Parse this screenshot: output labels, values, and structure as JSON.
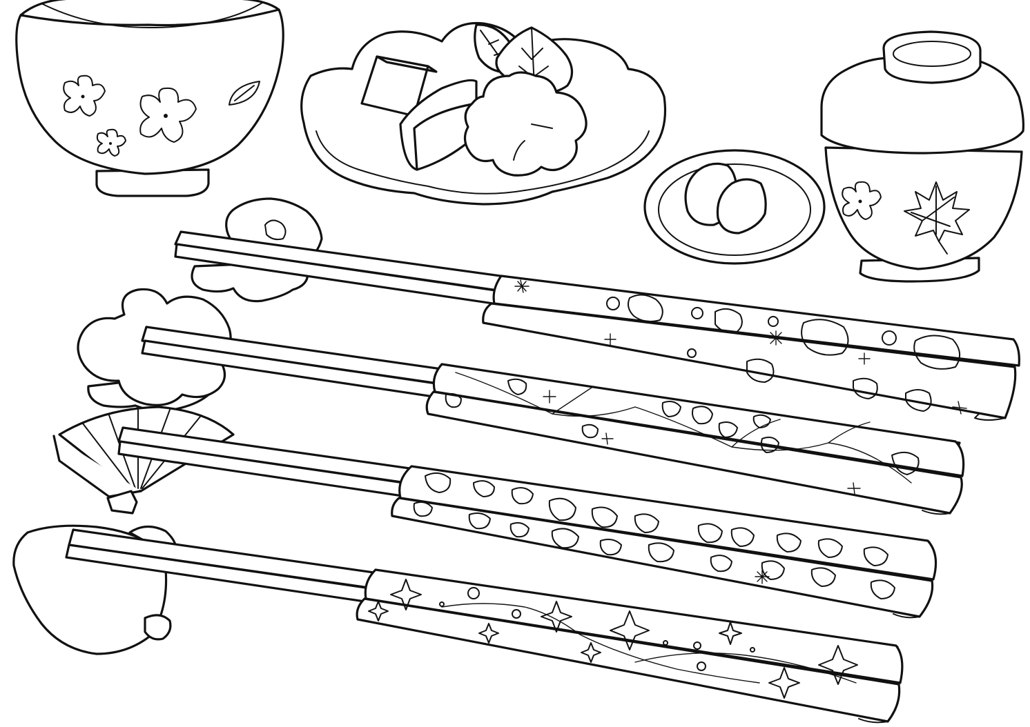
{
  "page": {
    "background": "#ffffff",
    "ink_color": "#111111"
  },
  "items": {
    "rice_bowl": {
      "icon": "rice-bowl-icon"
    },
    "main_plate": {
      "icon": "plate-icon"
    },
    "small_dish": {
      "icon": "small-dish-icon"
    },
    "lidded_soup_bowl": {
      "icon": "lidded-bowl-icon"
    },
    "chopstick_rests": [
      "plum-blossom-rest-icon",
      "flower-rest-icon",
      "fan-rest-icon",
      "leaf-rest-icon"
    ],
    "chopstick_pairs": [
      {
        "pattern": "flower-petals"
      },
      {
        "pattern": "branch-and-blossoms"
      },
      {
        "pattern": "dense-petals"
      },
      {
        "pattern": "stars-and-sparkles"
      }
    ]
  }
}
